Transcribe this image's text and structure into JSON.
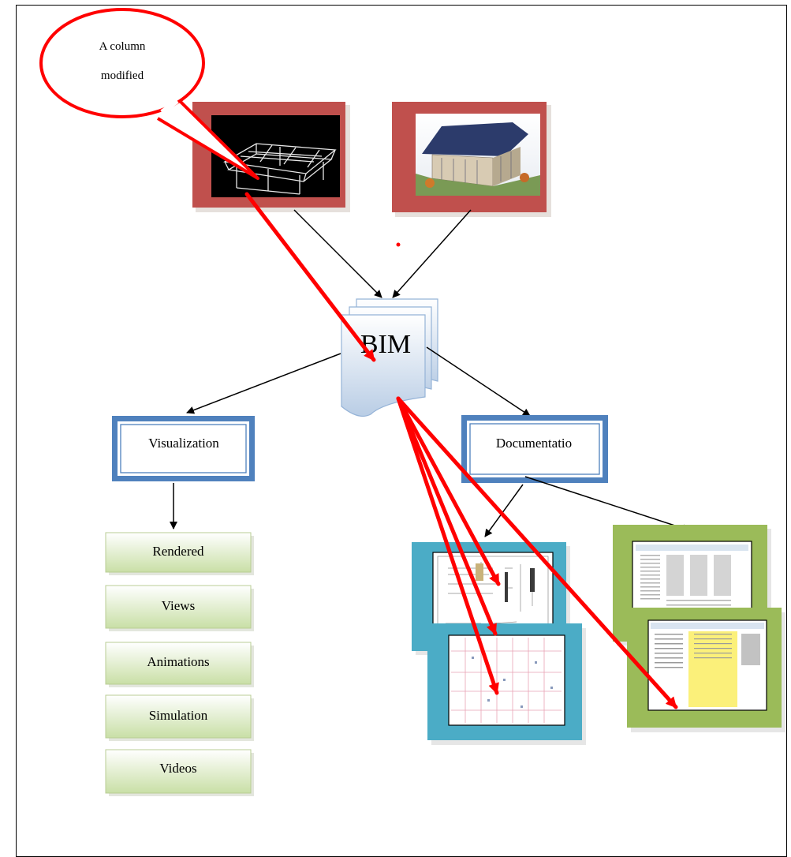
{
  "callout": {
    "line1": "A column",
    "line2": "modified"
  },
  "central": {
    "label": "BIM"
  },
  "branches": {
    "visualization": {
      "label": "Visualization"
    },
    "documentation": {
      "label": "Documentatio"
    }
  },
  "visualization_items": [
    "Rendered",
    "Views",
    "Animations",
    "Simulation",
    "Videos"
  ],
  "colors": {
    "model_frame": "#c0504d",
    "drawing_frame": "#4bacc6",
    "schedule_frame": "#9bbb59",
    "branch_box": "#4f81bd",
    "highlight_arrow": "#ff0000",
    "item_fill": "#d7e8bc"
  },
  "thumbnails": [
    "structural-model-thumbnail",
    "building-render-thumbnail",
    "drawing-sheet-thumbnail",
    "schedule-table-thumbnail",
    "floor-plan-thumbnail",
    "highlighted-schedule-thumbnail"
  ]
}
